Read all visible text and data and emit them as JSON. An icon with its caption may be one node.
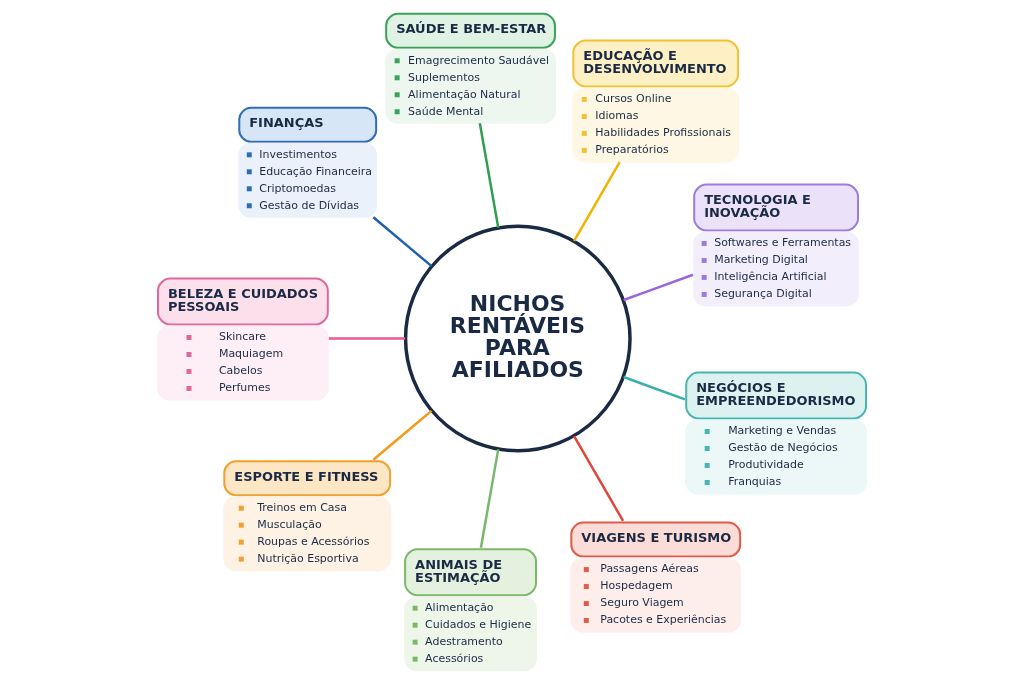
{
  "diagram": {
    "nodes": [
      {
        "text": [
          "NICHOS RENTÁVEIS PARA AFILIADOS"
        ]
      },
      {
        "text": [
          "SAÚDE E BEM-ESTAR",
          "Emagrecimento Saudável",
          "Suplementos",
          "Alimentação Natural",
          "Saúde Mental"
        ]
      },
      {
        "text": [
          "EDUCAÇÃO E DESENVOLVIMENTO",
          "Cursos Online",
          "Idiomas",
          "Habilidades Profissionais",
          "Preparatórios"
        ]
      },
      {
        "text": [
          "FINANÇAS",
          "Investimentos",
          "Educação Financeira",
          "Criptomoedas",
          "Gestão de Dívidas"
        ]
      },
      {
        "text": [
          "TECNOLOGIA E INOVAÇÃO",
          "Softwares e Ferramentas",
          "Marketing Digital",
          "Inteligência Artificial",
          "Segurança Digital"
        ]
      },
      {
        "text": [
          "BELEZA E CUIDADOS PESSOAIS",
          "Skincare",
          "Maquiagem",
          "Cabelos",
          "Perfumes"
        ]
      },
      {
        "text": [
          "NEGÓCIOS E EMPREENDEDORISMO",
          "Marketing e Vendas",
          "Gestão de Negócios",
          "Produtividade",
          "Franquias"
        ]
      },
      {
        "text": [
          "ESPORTE E FITNESS",
          "Treinos em Casa",
          "Musculação",
          "Roupas e Acessórios",
          "Nutrição Esportiva"
        ]
      },
      {
        "text": [
          "ANIMAIS DE ESTIMAÇÃO",
          "Alimentação",
          "Cuidados e Higiene",
          "Adestramento",
          "Acessórios"
        ]
      },
      {
        "text": [
          "VIAGENS E TURISMO",
          "Passagens Aéreas",
          "Hospedagem",
          "Seguro Viagem",
          "Pacotes e Experiências"
        ]
      }
    ],
    "edges": [
      {
        "from": 0,
        "to": 1,
        "arrow": "none",
        "color": "#2e9e4f"
      },
      {
        "from": 0,
        "to": 2,
        "arrow": "none",
        "color": "#f0b400"
      },
      {
        "from": 0,
        "to": 3,
        "arrow": "none",
        "color": "#1f5fae"
      },
      {
        "from": 0,
        "to": 4,
        "arrow": "none",
        "color": "#9966dd"
      },
      {
        "from": 0,
        "to": 5,
        "arrow": "none",
        "color": "#e75a92"
      },
      {
        "from": 0,
        "to": 6,
        "arrow": "none",
        "color": "#3bb0aa"
      },
      {
        "from": 0,
        "to": 7,
        "arrow": "none",
        "color": "#f39a1f"
      },
      {
        "from": 0,
        "to": 8,
        "arrow": "none",
        "color": "#78b86a"
      },
      {
        "from": 0,
        "to": 9,
        "arrow": "none",
        "color": "#e0473a"
      }
    ]
  }
}
